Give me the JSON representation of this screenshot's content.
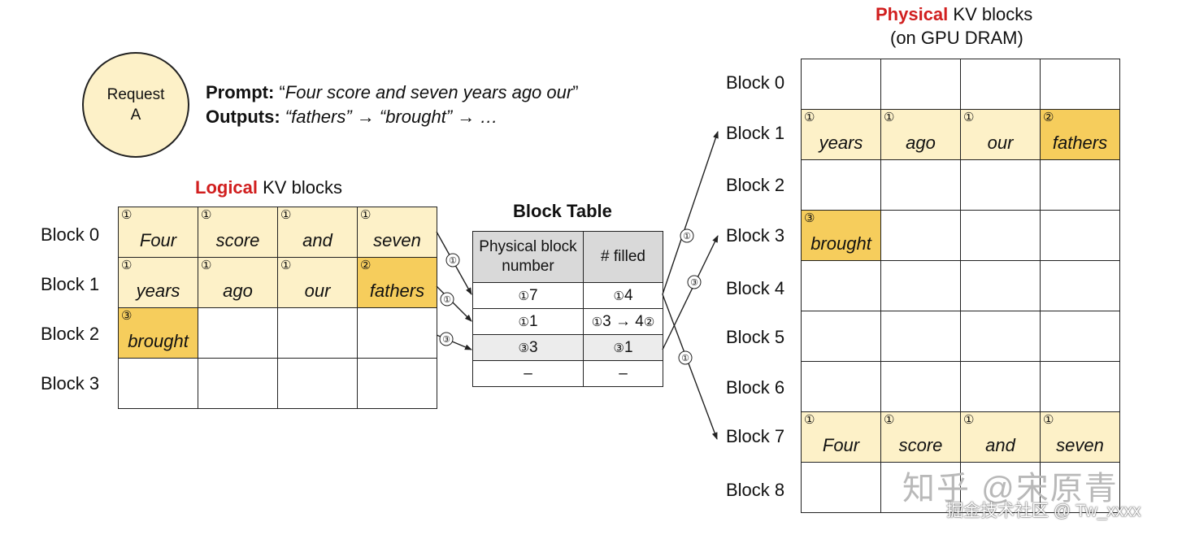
{
  "request": {
    "line1": "Request",
    "line2": "A"
  },
  "prompt": {
    "prompt_label": "Prompt:",
    "prompt_text_open": "“",
    "prompt_text": "Four score and seven years ago our",
    "prompt_text_close": "”",
    "outputs_label": "Outputs:",
    "outputs_text": "“fathers” → “brought” → …"
  },
  "logical": {
    "title_red": "Logical",
    "title_rest": " KV blocks",
    "row_labels": [
      "Block 0",
      "Block 1",
      "Block 2",
      "Block 3"
    ],
    "rows": [
      [
        {
          "mark": "①",
          "word": "Four",
          "fill": "light"
        },
        {
          "mark": "①",
          "word": "score",
          "fill": "light"
        },
        {
          "mark": "①",
          "word": "and",
          "fill": "light"
        },
        {
          "mark": "①",
          "word": "seven",
          "fill": "light"
        }
      ],
      [
        {
          "mark": "①",
          "word": "years",
          "fill": "light"
        },
        {
          "mark": "①",
          "word": "ago",
          "fill": "light"
        },
        {
          "mark": "①",
          "word": "our",
          "fill": "light"
        },
        {
          "mark": "②",
          "word": "fathers",
          "fill": "dark"
        }
      ],
      [
        {
          "mark": "③",
          "word": "brought",
          "fill": "dark"
        },
        {
          "mark": "",
          "word": "",
          "fill": ""
        },
        {
          "mark": "",
          "word": "",
          "fill": ""
        },
        {
          "mark": "",
          "word": "",
          "fill": ""
        }
      ],
      [
        {
          "mark": "",
          "word": "",
          "fill": ""
        },
        {
          "mark": "",
          "word": "",
          "fill": ""
        },
        {
          "mark": "",
          "word": "",
          "fill": ""
        },
        {
          "mark": "",
          "word": "",
          "fill": ""
        }
      ]
    ]
  },
  "block_table": {
    "title": "Block Table",
    "col1_header": "Physical block number",
    "col2_header": "# filled",
    "rows": [
      {
        "c1_mark": "①",
        "c1": "7",
        "c2_mark": "①",
        "c2": "4",
        "c2_tail": ""
      },
      {
        "c1_mark": "①",
        "c1": "1",
        "c2_mark": "①",
        "c2": "3 → 4",
        "c2_tail": "②"
      },
      {
        "c1_mark": "③",
        "c1": "3",
        "c2_mark": "③",
        "c2": "1",
        "c2_tail": ""
      },
      {
        "c1_mark": "",
        "c1": "–",
        "c2_mark": "",
        "c2": "–",
        "c2_tail": ""
      }
    ]
  },
  "arrows": {
    "left_marks": [
      "①",
      "①",
      "③"
    ],
    "right_marks": [
      "①",
      "③",
      "①"
    ]
  },
  "physical": {
    "title_red": "Physical",
    "title_rest": " KV blocks",
    "subtitle": "(on GPU DRAM)",
    "row_labels": [
      "Block 0",
      "Block 1",
      "Block 2",
      "Block 3",
      "Block 4",
      "Block 5",
      "Block 6",
      "Block 7",
      "Block 8"
    ],
    "rows": [
      [
        {
          "mark": "",
          "word": "",
          "fill": ""
        },
        {
          "mark": "",
          "word": "",
          "fill": ""
        },
        {
          "mark": "",
          "word": "",
          "fill": ""
        },
        {
          "mark": "",
          "word": "",
          "fill": ""
        }
      ],
      [
        {
          "mark": "①",
          "word": "years",
          "fill": "light"
        },
        {
          "mark": "①",
          "word": "ago",
          "fill": "light"
        },
        {
          "mark": "①",
          "word": "our",
          "fill": "light"
        },
        {
          "mark": "②",
          "word": "fathers",
          "fill": "dark"
        }
      ],
      [
        {
          "mark": "",
          "word": "",
          "fill": ""
        },
        {
          "mark": "",
          "word": "",
          "fill": ""
        },
        {
          "mark": "",
          "word": "",
          "fill": ""
        },
        {
          "mark": "",
          "word": "",
          "fill": ""
        }
      ],
      [
        {
          "mark": "③",
          "word": "brought",
          "fill": "dark"
        },
        {
          "mark": "",
          "word": "",
          "fill": ""
        },
        {
          "mark": "",
          "word": "",
          "fill": ""
        },
        {
          "mark": "",
          "word": "",
          "fill": ""
        }
      ],
      [
        {
          "mark": "",
          "word": "",
          "fill": ""
        },
        {
          "mark": "",
          "word": "",
          "fill": ""
        },
        {
          "mark": "",
          "word": "",
          "fill": ""
        },
        {
          "mark": "",
          "word": "",
          "fill": ""
        }
      ],
      [
        {
          "mark": "",
          "word": "",
          "fill": ""
        },
        {
          "mark": "",
          "word": "",
          "fill": ""
        },
        {
          "mark": "",
          "word": "",
          "fill": ""
        },
        {
          "mark": "",
          "word": "",
          "fill": ""
        }
      ],
      [
        {
          "mark": "",
          "word": "",
          "fill": ""
        },
        {
          "mark": "",
          "word": "",
          "fill": ""
        },
        {
          "mark": "",
          "word": "",
          "fill": ""
        },
        {
          "mark": "",
          "word": "",
          "fill": ""
        }
      ],
      [
        {
          "mark": "①",
          "word": "Four",
          "fill": "light"
        },
        {
          "mark": "①",
          "word": "score",
          "fill": "light"
        },
        {
          "mark": "①",
          "word": "and",
          "fill": "light"
        },
        {
          "mark": "①",
          "word": "seven",
          "fill": "light"
        }
      ],
      [
        {
          "mark": "",
          "word": "",
          "fill": ""
        },
        {
          "mark": "",
          "word": "",
          "fill": ""
        },
        {
          "mark": "",
          "word": "",
          "fill": ""
        },
        {
          "mark": "",
          "word": "",
          "fill": ""
        }
      ]
    ]
  },
  "watermark": {
    "line1": "知乎 @宋原青",
    "line2": "掘金技术社区 @ Tw_xxxx"
  },
  "colors": {
    "accent_red": "#d11f1f",
    "fill_light": "#fdf1c8",
    "fill_dark": "#f6cd5c",
    "header_gray": "#d9d9d9"
  }
}
